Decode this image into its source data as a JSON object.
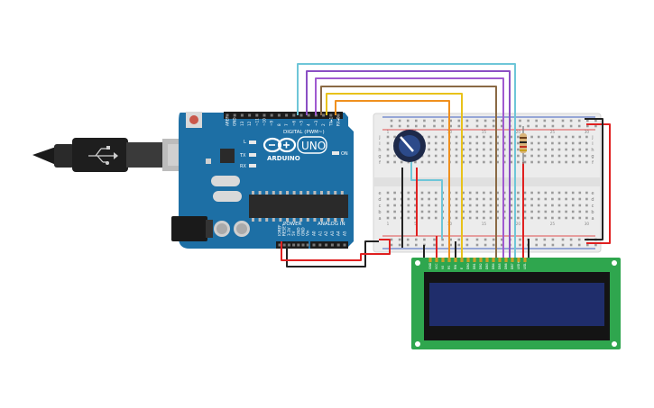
{
  "colors": {
    "arduino_blue": "#1d6fa5",
    "breadboard": "#ececec",
    "lcd_pcb": "#2fa64e",
    "lcd_screen": "#1f2d6b",
    "wire_red": "#e02020",
    "wire_black": "#222222",
    "wire_cyan": "#6ec6d8",
    "wire_purple": "#8b4fc4",
    "wire_brown": "#8a6a45",
    "wire_yellow": "#e8c21a",
    "wire_orange": "#f0901e"
  },
  "icons": {
    "usb_cable": "usb-cable-icon",
    "potentiometer": "potentiometer-icon",
    "resistor": "resistor-icon",
    "reset_button": "reset-button-icon"
  },
  "arduino": {
    "logo_text": "ARDUINO",
    "model": "UNO",
    "digital_header": "DIGITAL (PWM~)",
    "power_header": "POWER",
    "analog_header": "ANALOG IN",
    "on_label": "ON",
    "tx_label": "TX",
    "rx_label": "RX",
    "l_label": "L",
    "digital_pins": [
      "AREF",
      "GND",
      "13",
      "12",
      "~11",
      "~10",
      "~9",
      "8",
      "7",
      "~6",
      "~5",
      "4",
      "~3",
      "2",
      "TX▸1",
      "RX◂0"
    ],
    "power_pins": [
      "IOREF",
      "RESET",
      "3.3V",
      "5V",
      "GND",
      "GND",
      "Vin"
    ],
    "analog_pins": [
      "A0",
      "A1",
      "A2",
      "A3",
      "A4",
      "A5"
    ]
  },
  "breadboard": {
    "row_letters_top": [
      "j",
      "i",
      "h",
      "g",
      "f"
    ],
    "row_letters_bottom": [
      "e",
      "d",
      "c",
      "b",
      "a"
    ],
    "col_numbers": [
      "1",
      "5",
      "10",
      "15",
      "20",
      "25",
      "30"
    ]
  },
  "lcd": {
    "pin_labels": [
      "GND",
      "VCC",
      "V0",
      "RS",
      "RW",
      "E",
      "DB0",
      "DB1",
      "DB2",
      "DB3",
      "DB4",
      "DB5",
      "DB6",
      "DB7",
      "LED+",
      "LED-"
    ]
  }
}
